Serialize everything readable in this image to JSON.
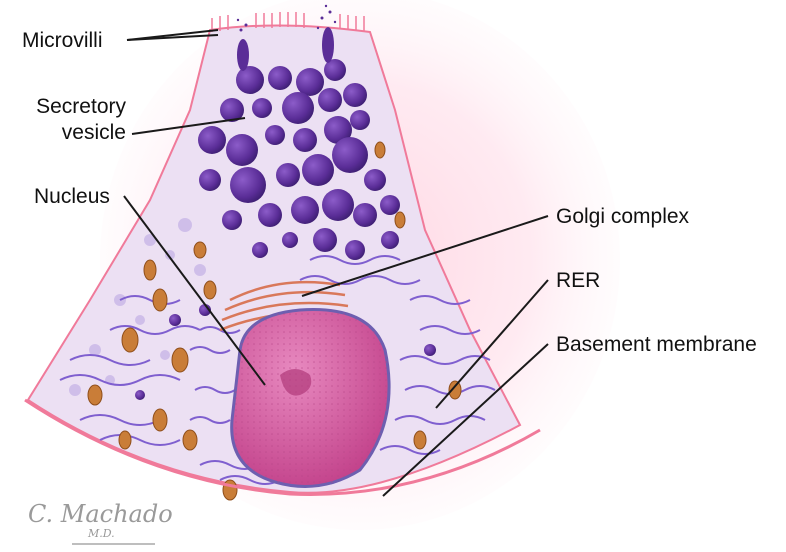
{
  "labels": {
    "microvilli": "Microvilli",
    "secretory_line1": "Secretory",
    "secretory_line2": "vesicle",
    "nucleus": "Nucleus",
    "golgi": "Golgi complex",
    "rer": "RER",
    "basement": "Basement membrane"
  },
  "signature": {
    "name": "C. Machado",
    "degree": "M.D."
  },
  "colors": {
    "cell_outline": "#f07a9a",
    "cytoplasm": "#efe4f3",
    "vesicle": "#6b3aa9",
    "nucleus_fill": "#d7569a",
    "er": "#8b6ad4",
    "mitochondria": "#c97d38",
    "halo": "#ffd3df"
  }
}
